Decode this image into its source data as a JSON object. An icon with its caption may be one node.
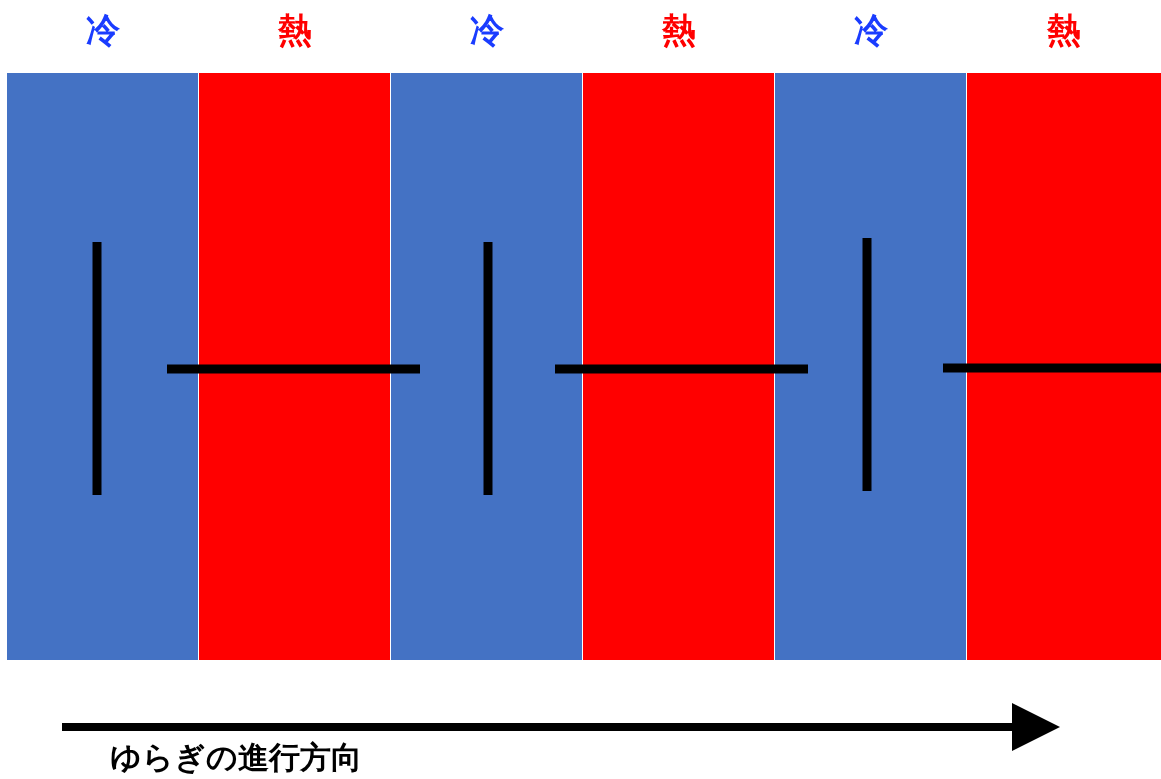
{
  "diagram": {
    "nodes": [
      {
        "text": [
          "冷"
        ]
      },
      {
        "text": [
          "熱"
        ]
      },
      {
        "text": [
          "冷"
        ]
      },
      {
        "text": [
          "熱"
        ]
      },
      {
        "text": [
          "冷"
        ]
      },
      {
        "text": [
          "熱"
        ]
      }
    ],
    "labels": [
      "ゆらぎの進行方向"
    ]
  }
}
